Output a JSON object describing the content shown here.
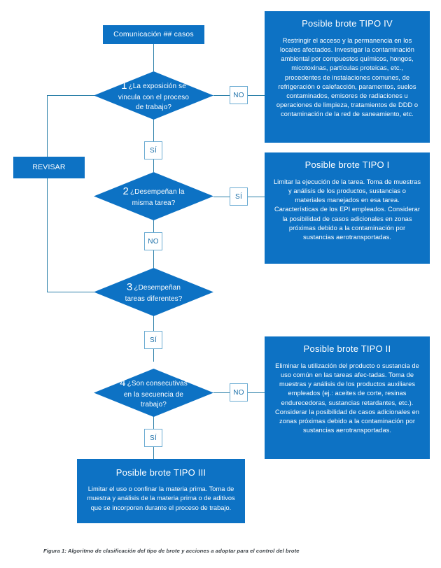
{
  "figure": {
    "caption": "Figura 1: Algoritmo de clasificación del tipo de brote y acciones a adoptar para el control del brote"
  },
  "colors": {
    "primary_blue": "#0d72c4",
    "line_blue": "#2a7fa8",
    "flag_border": "#6aabd2",
    "flag_text": "#1b6fa8",
    "caption_gray": "#3d4348",
    "background": "#ffffff"
  },
  "flowchart": {
    "start": {
      "label": "Comunicación ## casos"
    },
    "review": {
      "label": "REVISAR"
    },
    "decisions": [
      {
        "number": "1",
        "question": "¿La exposición  se vincula con el proceso de trabajo?",
        "yes_label": "SÍ",
        "no_label": "NO"
      },
      {
        "number": "2",
        "question": "¿Desempeñan la misma tarea?",
        "yes_label": "SÍ",
        "no_label": "NO"
      },
      {
        "number": "3",
        "question": "¿Desempeñan tareas diferentes?",
        "yes_label": "SÍ",
        "no_label": ""
      },
      {
        "number": "4",
        "question": "¿Son consecutivas en la secuencia de trabajo?",
        "yes_label": "SÍ",
        "no_label": "NO"
      }
    ],
    "flags": {
      "d1_si": "SÍ",
      "d1_no": "NO",
      "d2_si": "SÍ",
      "d2_no": "NO",
      "d3_si": "SÍ",
      "d4_si": "SÍ",
      "d4_no": "NO"
    }
  },
  "outcomes": [
    {
      "title": "Posible brote TIPO IV",
      "body": "Restringir el acceso y la permanencia en los locales afectados.\nInvestigar la contaminación ambiental por compuestos químicos, hongos,  micotoxinas, partículas proteicas, etc., procedentes de instalaciones comunes, de refrigeración o calefacción, paramentos,\nsuelos contaminados, emisores de radiaciones u operaciones de limpieza, tratamientos de DDD o contaminación de la red de saneamiento, etc."
    },
    {
      "title": "Posible brote TIPO I",
      "body": "Limitar la ejecución de la tarea.\nToma de muestras y análisis de los productos, sustancias o materiales manejados en esa tarea. Características de los EPI empleados.\nConsiderar la posibilidad de casos adicionales en zonas próximas debido a la contaminación por sustancias aerotransportadas."
    },
    {
      "title": "Posible brote TIPO II",
      "body": "Eliminar la utilización del producto o sustancia de uso común en las tareas afec-tadas.\nToma de muestras y análisis de los productos auxiliares empleados (ej.: aceites de corte, resinas endurecedoras, sustancias retardantes, etc.).\nConsiderar la posibilidad de casos adicionales en zonas próximas debido a la contaminación por sustancias aerotransportadas."
    },
    {
      "title": "Posible brote TIPO III",
      "body": "Limitar el uso o confinar la materia prima.\nToma de muestra y análisis de la materia prima o de aditivos que se incorporen durante el proceso de trabajo."
    }
  ]
}
